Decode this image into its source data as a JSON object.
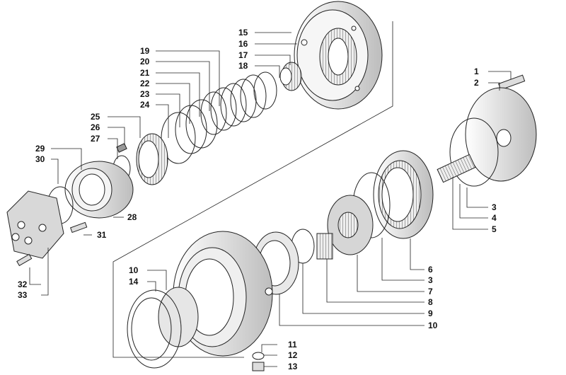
{
  "diagram": {
    "type": "exploded-parts-view",
    "colors": {
      "line": "#222222",
      "shade": "#cfcfcf",
      "background": "#ffffff"
    },
    "callouts": [
      "1",
      "2",
      "3",
      "4",
      "5",
      "6",
      "3",
      "7",
      "8",
      "9",
      "10",
      "10",
      "14",
      "11",
      "12",
      "13",
      "15",
      "16",
      "17",
      "18",
      "19",
      "20",
      "21",
      "22",
      "23",
      "24",
      "25",
      "26",
      "27",
      "28",
      "29",
      "30",
      "31",
      "32",
      "33"
    ]
  }
}
